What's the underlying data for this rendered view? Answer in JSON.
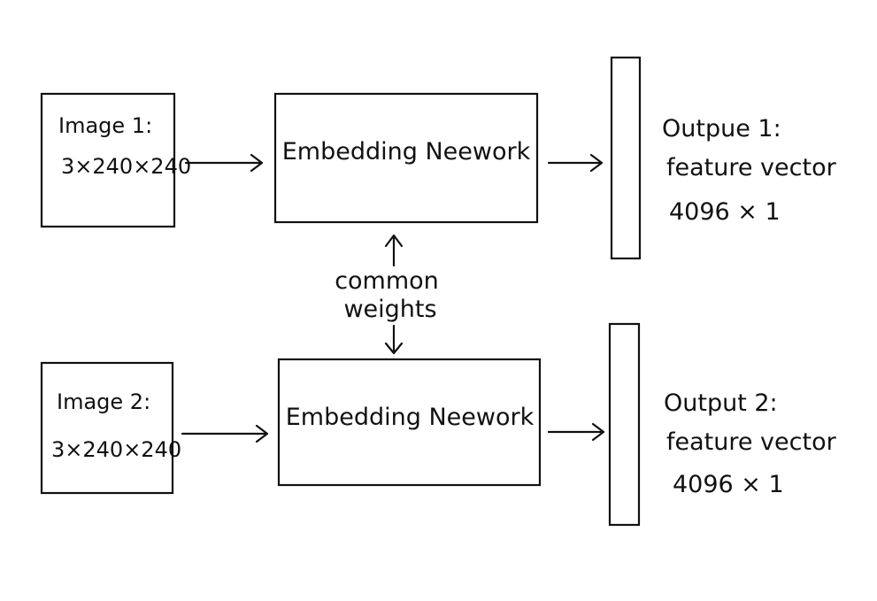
{
  "branch1": {
    "input_title": "Image 1:",
    "input_dims": "3×240×240",
    "network_label": "Embedding Neework",
    "output_title": "Outpue 1:",
    "output_desc": "feature vector",
    "output_dims": "4096 × 1"
  },
  "branch2": {
    "input_title": "Image 2:",
    "input_dims": "3×240×240",
    "network_label": "Embedding Neework",
    "output_title": "Output 2:",
    "output_desc": "feature vector",
    "output_dims": "4096 × 1"
  },
  "shared": {
    "line1": "common",
    "line2": "weights"
  },
  "colors": {
    "ink": "#111111",
    "background": "#ffffff"
  }
}
